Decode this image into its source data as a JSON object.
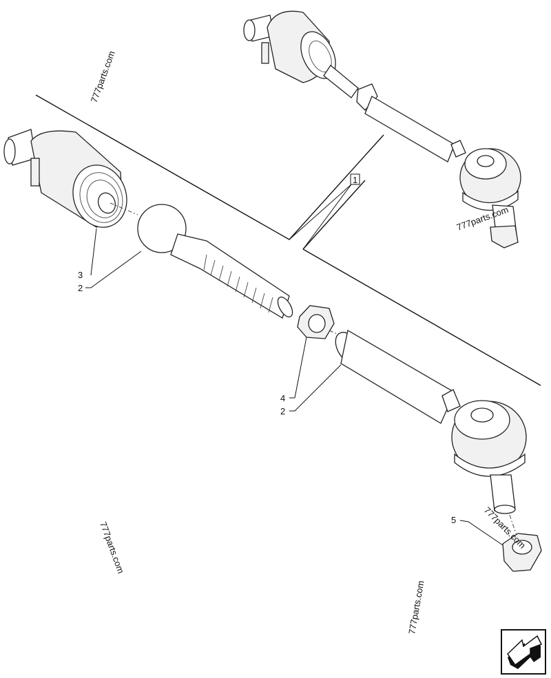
{
  "diagram": {
    "callouts": [
      {
        "id": "callout-1",
        "label": "1"
      },
      {
        "id": "callout-3",
        "label": "3"
      },
      {
        "id": "callout-2a",
        "label": "2"
      },
      {
        "id": "callout-4",
        "label": "4"
      },
      {
        "id": "callout-2b",
        "label": "2"
      },
      {
        "id": "callout-5",
        "label": "5"
      }
    ],
    "watermark": "777parts.com",
    "nav_icon": "next-page-arrow-icon"
  }
}
